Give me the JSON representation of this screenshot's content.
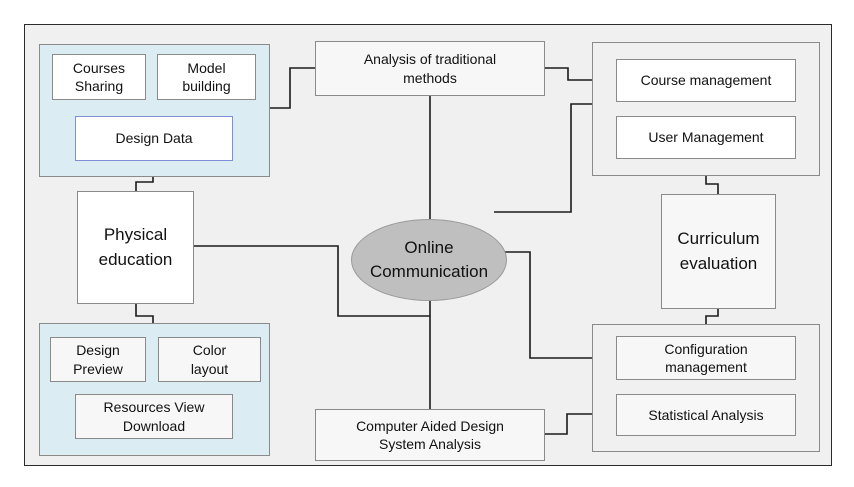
{
  "diagram": {
    "center": "Online\nCommunication",
    "top_left_group": {
      "courses_sharing": "Courses\nSharing",
      "model_building": "Model\nbuilding",
      "design_data": "Design Data"
    },
    "physical_education": "Physical\neducation",
    "bottom_left_group": {
      "design_preview": "Design\nPreview",
      "color_layout": "Color\nlayout",
      "resources_view_download": "Resources View\nDownload"
    },
    "analysis_traditional": "Analysis of traditional\nmethods",
    "computer_aided": "Computer Aided Design\nSystem Analysis",
    "top_right_group": {
      "course_management": "Course management",
      "user_management": "User Management"
    },
    "curriculum_evaluation": "Curriculum\nevaluation",
    "bottom_right_group": {
      "configuration_management": "Configuration\nmanagement",
      "statistical_analysis": "Statistical Analysis"
    }
  },
  "colors": {
    "group_blue": "#dbedf3",
    "ellipse": "#bfbfbf",
    "frame_bg": "#f0f0f0",
    "line": "#1a1a1a"
  }
}
